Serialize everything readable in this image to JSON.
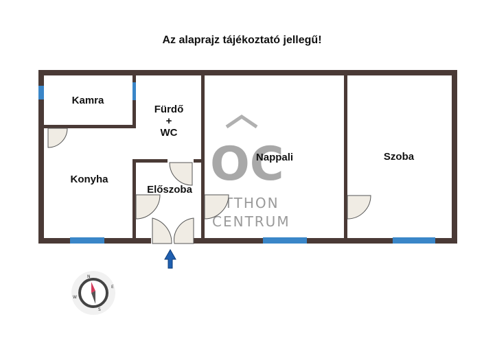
{
  "header": {
    "title": "Az alaprajz tájékoztató jellegű!"
  },
  "rooms": {
    "kamra": "Kamra",
    "furdo_line1": "Fürdő",
    "furdo_line2": "+",
    "furdo_line3": "WC",
    "nappali": "Nappali",
    "szoba": "Szoba",
    "konyha": "Konyha",
    "eloszoba": "Előszoba"
  },
  "watermark": {
    "logo": "OC",
    "line1": "OTTHON",
    "line2": "CENTRUM"
  },
  "compass": {
    "north": "N",
    "east": "E",
    "south": "S",
    "west": "W"
  },
  "colors": {
    "wall": "#4a3a36",
    "window": "#3a86c8",
    "accent": "#1f5fb0",
    "watermark": "#9a9a9a"
  }
}
